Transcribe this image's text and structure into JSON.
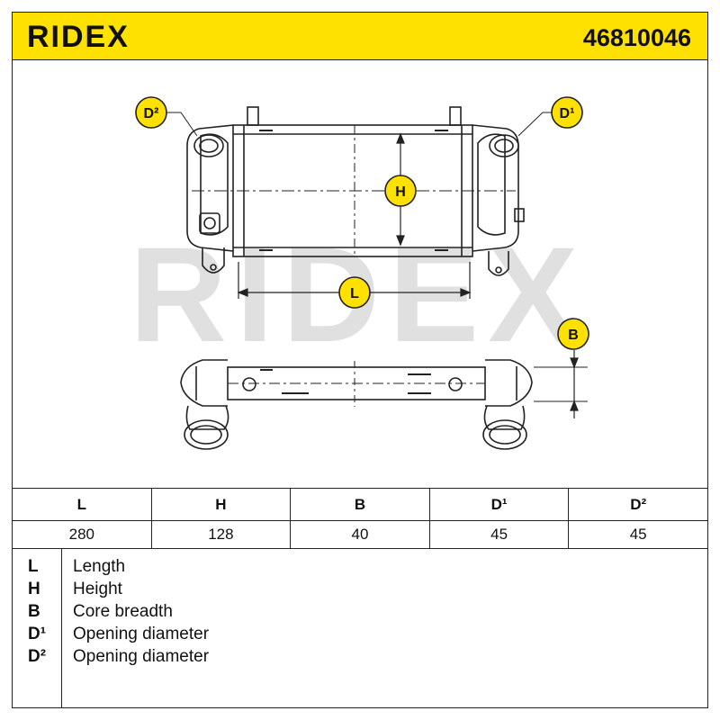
{
  "header": {
    "brand": "RIDEX",
    "part_number": "46810046"
  },
  "drawing": {
    "watermark": "RIDEX",
    "labels": {
      "d2": "D²",
      "d1": "D¹",
      "h": "H",
      "l": "L",
      "b": "B"
    },
    "colors": {
      "badge": "#ffe100",
      "line": "#222222",
      "watermark": "#dcdcdc"
    }
  },
  "dimensions": {
    "headers": [
      "L",
      "H",
      "B",
      "D¹",
      "D²"
    ],
    "values": [
      "280",
      "128",
      "40",
      "45",
      "45"
    ]
  },
  "legend": [
    {
      "code": "L",
      "description": "Length"
    },
    {
      "code": "H",
      "description": "Height"
    },
    {
      "code": "B",
      "description": "Core breadth"
    },
    {
      "code": "D¹",
      "description": "Opening diameter"
    },
    {
      "code": "D²",
      "description": "Opening diameter"
    }
  ]
}
